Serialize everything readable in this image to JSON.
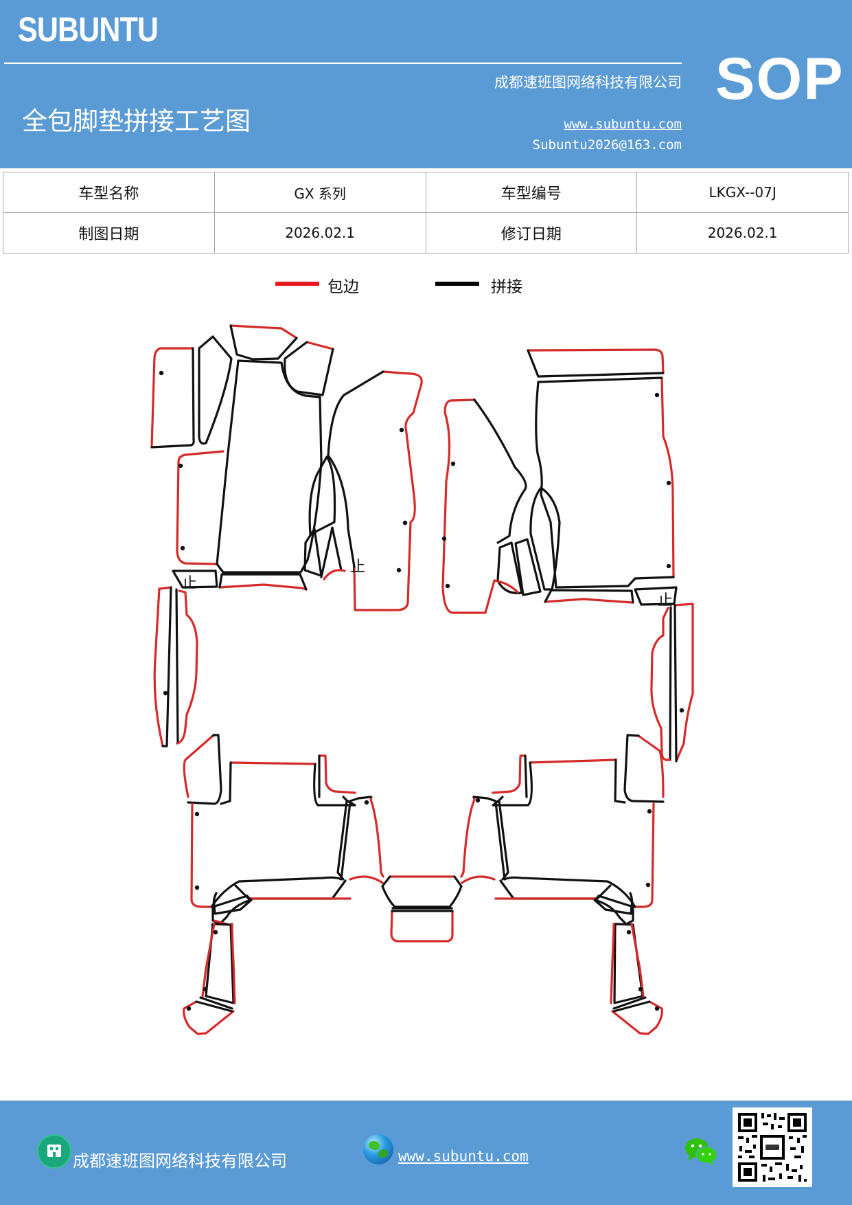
{
  "header": {
    "brand": "SUBUNTU",
    "company": "成都速班图网络科技有限公司",
    "title": "全包脚垫拼接工艺图",
    "website": "www.subuntu.com",
    "email": "Subuntu2026@163.com",
    "badge": "SOP"
  },
  "info_table": {
    "rows": [
      {
        "label1": "车型名称",
        "value1": "GX 系列",
        "label2": "车型编号",
        "value2": "LKGX--07J"
      },
      {
        "label1": "制图日期",
        "value1": "2026.02.1",
        "label2": "修订日期",
        "value2": "2026.02.1"
      }
    ]
  },
  "legend": {
    "items": [
      {
        "label": "包边",
        "color": "#e8181e"
      },
      {
        "label": "拼接",
        "color": "#000000"
      }
    ]
  },
  "diagram": {
    "marks": [
      "止",
      "止",
      "止"
    ]
  },
  "footer": {
    "company": "成都速班图网络科技有限公司",
    "website": "www.subuntu.com"
  },
  "colors": {
    "header_bg": "#5b9bd5",
    "edge_red": "#d42a2a",
    "seam_black": "#111111"
  },
  "icons": [
    "building-icon",
    "globe-icon",
    "wechat-icon",
    "qr-code"
  ]
}
